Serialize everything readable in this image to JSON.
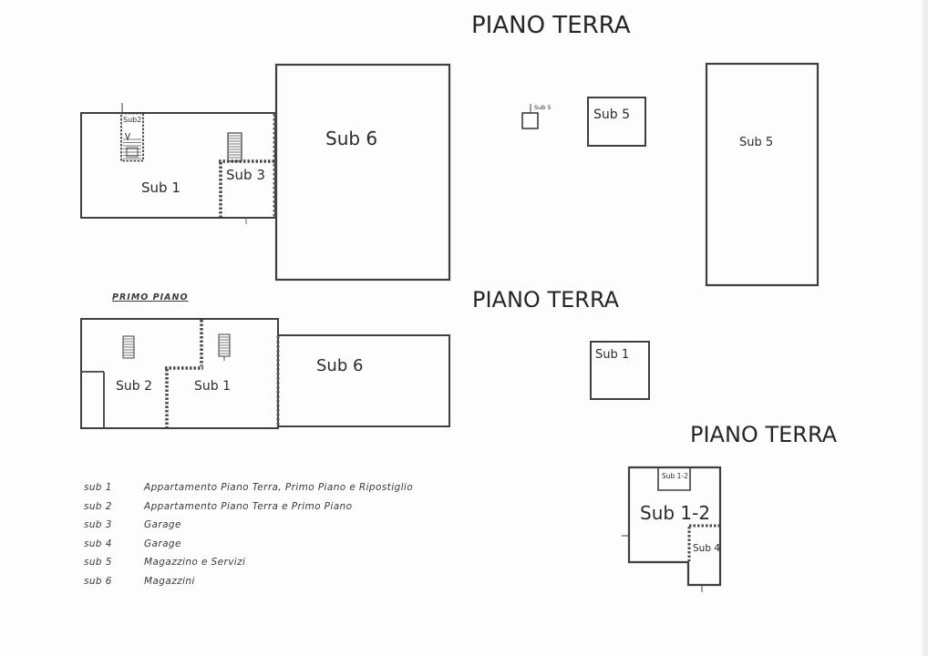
{
  "titles": {
    "ground_floor_top": "PIANO TERRA",
    "ground_floor_middle": "PIANO TERRA",
    "ground_floor_bottom": "PIANO TERRA",
    "first_floor_label": "PRIMO PIANO"
  },
  "colors": {
    "paper": "#fdfdfd",
    "line": "#3f3f3f",
    "hatched_wall": "#4a4a4a",
    "text": "#2b2b2b"
  },
  "plan_top_left": {
    "sub2": "Sub2",
    "sub1": "Sub 1",
    "sub3": "Sub 3",
    "sub6": "Sub 6"
  },
  "plan_top_right": {
    "sub5_tiny": "Sub 5",
    "sub5_small_box": "Sub 5",
    "sub5_large": "Sub 5"
  },
  "plan_first_floor": {
    "sub2": "Sub 2",
    "sub1": "Sub 1",
    "sub6": "Sub 6"
  },
  "plan_middle_right": {
    "sub1": "Sub 1"
  },
  "plan_bottom_right": {
    "sub12_small": "Sub 1-2",
    "sub12_main": "Sub 1-2",
    "sub4": "Sub 4"
  },
  "legend": {
    "rows": [
      {
        "key": "sub 1",
        "description": "Appartamento Piano Terra, Primo Piano e Ripostiglio"
      },
      {
        "key": "sub 2",
        "description": "Appartamento Piano Terra e Primo Piano"
      },
      {
        "key": "sub 3",
        "description": "Garage"
      },
      {
        "key": "sub 4",
        "description": "Garage"
      },
      {
        "key": "sub 5",
        "description": "Magazzino e Servizi"
      },
      {
        "key": "sub 6",
        "description": "Magazzini"
      }
    ]
  }
}
